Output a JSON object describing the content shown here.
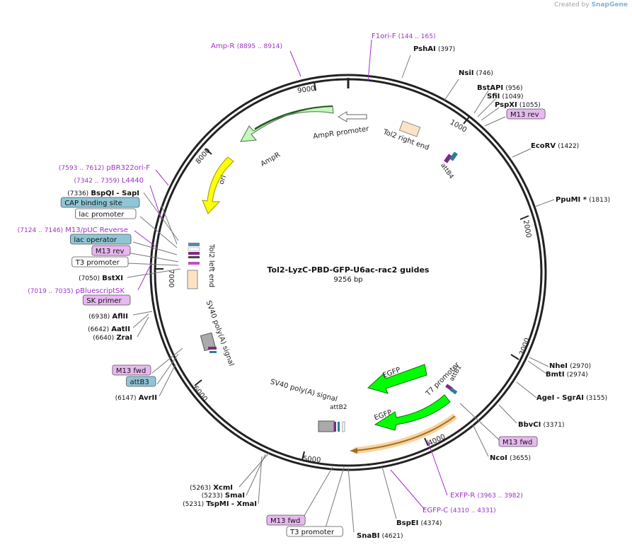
{
  "app": {
    "credit_prefix": "Created by",
    "credit_brand": "SnapGene"
  },
  "plasmid": {
    "name": "Tol2-LyzC-PBD-GFP-U6ac-rac2 guides",
    "size_label": "9256 bp"
  },
  "ticks": [
    "1000",
    "2000",
    "3000",
    "4000",
    "5000",
    "7000",
    "8000",
    "9000",
    "6000"
  ],
  "features": {
    "ampr_promoter": "AmpR promoter",
    "ampr": "AmpR",
    "ori": "ori",
    "tol2_right_end": "Tol2 right end",
    "attb4": "attB4",
    "tol2_left_end": "Tol2 left end",
    "sv40_signal_1": "SV40 poly(A) signal",
    "sv40_signal_2": "SV40 poly(A) signal",
    "egfp_1": "EGFP",
    "egfp_2": "EGFP",
    "t7_promoter": "T7 promoter",
    "attb1": "attB1",
    "attb2": "attB2"
  },
  "labels": [
    {
      "id": "amp-r-primer",
      "range": "(8895 .. 8914)",
      "name": "Amp-R",
      "kind": "primer"
    },
    {
      "id": "f1ori-f",
      "name": "F1ori-F",
      "range": "(144 .. 165)",
      "kind": "primer"
    },
    {
      "id": "pshai",
      "name": "PshAI",
      "pos": "(397)",
      "kind": "enzyme"
    },
    {
      "id": "nsii",
      "name": "NsiI",
      "pos": "(746)",
      "kind": "enzyme"
    },
    {
      "id": "bstapi",
      "name": "BstAPI",
      "pos": "(956)",
      "kind": "enzyme"
    },
    {
      "id": "sfii",
      "name": "SfiI",
      "pos": "(1049)",
      "kind": "enzyme"
    },
    {
      "id": "pspxi",
      "name": "PspXI",
      "pos": "(1055)",
      "kind": "enzyme"
    },
    {
      "id": "m13rev-top",
      "name": "M13 rev",
      "kind": "box-pink"
    },
    {
      "id": "ecorv",
      "name": "EcoRV",
      "pos": "(1422)",
      "kind": "enzyme"
    },
    {
      "id": "ppumi",
      "name": "PpuMI *",
      "pos": "(1813)",
      "kind": "enzyme"
    },
    {
      "id": "pbr322ori-f",
      "range": "(7593 .. 7612)",
      "name": "pBR322ori-F",
      "kind": "primer"
    },
    {
      "id": "l4440",
      "range": "(7342 .. 7359)",
      "name": "L4440",
      "kind": "primer"
    },
    {
      "id": "bspqi",
      "pos": "(7336)",
      "name": "BspQI",
      "extra": "- SapI",
      "kind": "enzyme-left"
    },
    {
      "id": "cap-binding",
      "name": "CAP binding site",
      "kind": "box-blue"
    },
    {
      "id": "lac-promoter",
      "name": "lac promoter",
      "kind": "box-white"
    },
    {
      "id": "m13puc",
      "range": "(7124 .. 7146)",
      "name": "M13/pUC Reverse",
      "kind": "primer"
    },
    {
      "id": "lac-operator",
      "name": "lac operator",
      "kind": "box-blue"
    },
    {
      "id": "m13rev-left",
      "name": "M13 rev",
      "kind": "box-pink"
    },
    {
      "id": "t3-promoter-left",
      "name": "T3 promoter",
      "kind": "box-white"
    },
    {
      "id": "bstxi",
      "pos": "(7050)",
      "name": "BstXI",
      "kind": "enzyme-left"
    },
    {
      "id": "pbluescriptsk",
      "range": "(7019 .. 7035)",
      "name": "pBluescriptSK",
      "kind": "primer"
    },
    {
      "id": "sk-primer",
      "name": "SK primer",
      "kind": "box-pink"
    },
    {
      "id": "aflii",
      "pos": "(6938)",
      "name": "AflII",
      "kind": "enzyme-left"
    },
    {
      "id": "aatii",
      "pos": "(6642)",
      "name": "AatII",
      "kind": "enzyme-left"
    },
    {
      "id": "zrai",
      "pos": "(6640)",
      "name": "ZraI",
      "kind": "enzyme-left"
    },
    {
      "id": "m13fwd-left",
      "name": "M13 fwd",
      "kind": "box-pink"
    },
    {
      "id": "attb3",
      "name": "attB3",
      "kind": "box-blue"
    },
    {
      "id": "avrii",
      "pos": "(6147)",
      "name": "AvrII",
      "kind": "enzyme-left"
    },
    {
      "id": "nhei",
      "name": "NheI",
      "pos": "(2970)",
      "kind": "enzyme"
    },
    {
      "id": "bmti",
      "name": "BmtI",
      "pos": "(2974)",
      "kind": "enzyme"
    },
    {
      "id": "agei",
      "name": "AgeI",
      "extra": "- SgrAI",
      "pos": "(3155)",
      "kind": "enzyme"
    },
    {
      "id": "bbvci",
      "name": "BbvCI",
      "pos": "(3371)",
      "kind": "enzyme"
    },
    {
      "id": "m13fwd-right",
      "name": "M13 fwd",
      "kind": "box-pink"
    },
    {
      "id": "ncoi",
      "name": "NcoI",
      "pos": "(3655)",
      "kind": "enzyme"
    },
    {
      "id": "exfp-r",
      "name": "EXFP-R",
      "range": "(3963 .. 3982)",
      "kind": "primer"
    },
    {
      "id": "egfp-c",
      "name": "EGFP-C",
      "range": "(4310 .. 4331)",
      "kind": "primer"
    },
    {
      "id": "bspei",
      "name": "BspEI",
      "pos": "(4374)",
      "kind": "enzyme"
    },
    {
      "id": "snabi",
      "name": "SnaBI",
      "pos": "(4621)",
      "kind": "enzyme"
    },
    {
      "id": "t3-promoter-bottom",
      "name": "T3 promoter",
      "kind": "box-white"
    },
    {
      "id": "m13fwd-bottom",
      "name": "M13 fwd",
      "kind": "box-pink"
    },
    {
      "id": "xcmi",
      "pos": "(5263)",
      "name": "XcmI",
      "kind": "enzyme-left"
    },
    {
      "id": "smai",
      "pos": "(5233)",
      "name": "SmaI",
      "kind": "enzyme-left"
    },
    {
      "id": "tspmi",
      "pos": "(5231)",
      "name": "TspMI",
      "extra": "- XmaI",
      "kind": "enzyme-left"
    }
  ]
}
